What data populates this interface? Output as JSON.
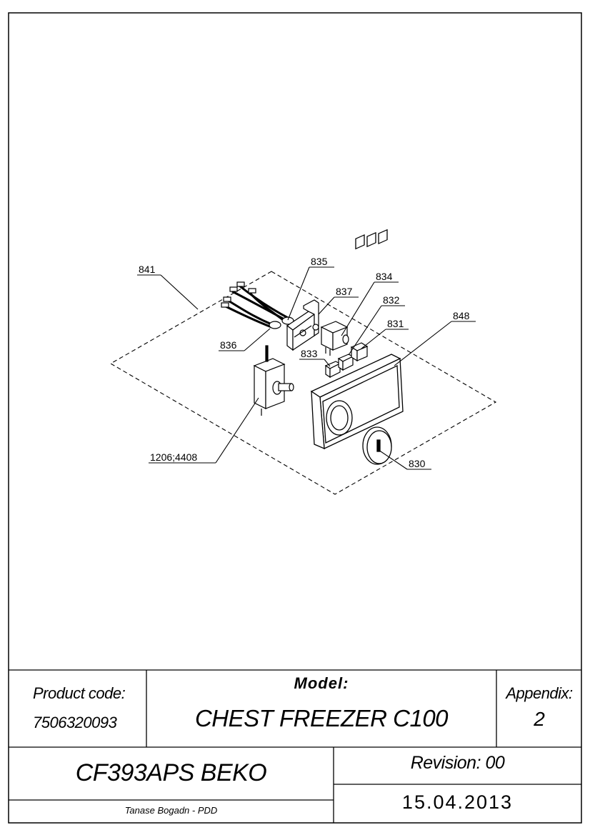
{
  "drawing": {
    "part_labels": {
      "p841": "841",
      "p835": "835",
      "p834": "834",
      "p837": "837",
      "p832": "832",
      "p831": "831",
      "p848": "848",
      "p836": "836",
      "p833": "833",
      "p1206": "1206;4408",
      "p830": "830"
    }
  },
  "title_block": {
    "product_code_label": "Product code:",
    "product_code_value": "7506320093",
    "model_label": "Model:",
    "model_value": "CHEST FREEZER C100",
    "appendix_label": "Appendix:",
    "appendix_value": "2",
    "variant": "CF393APS BEKO",
    "revision": "Revision: 00",
    "date": "15.04.2013",
    "author": "Tanase Bogadn - PDD"
  }
}
